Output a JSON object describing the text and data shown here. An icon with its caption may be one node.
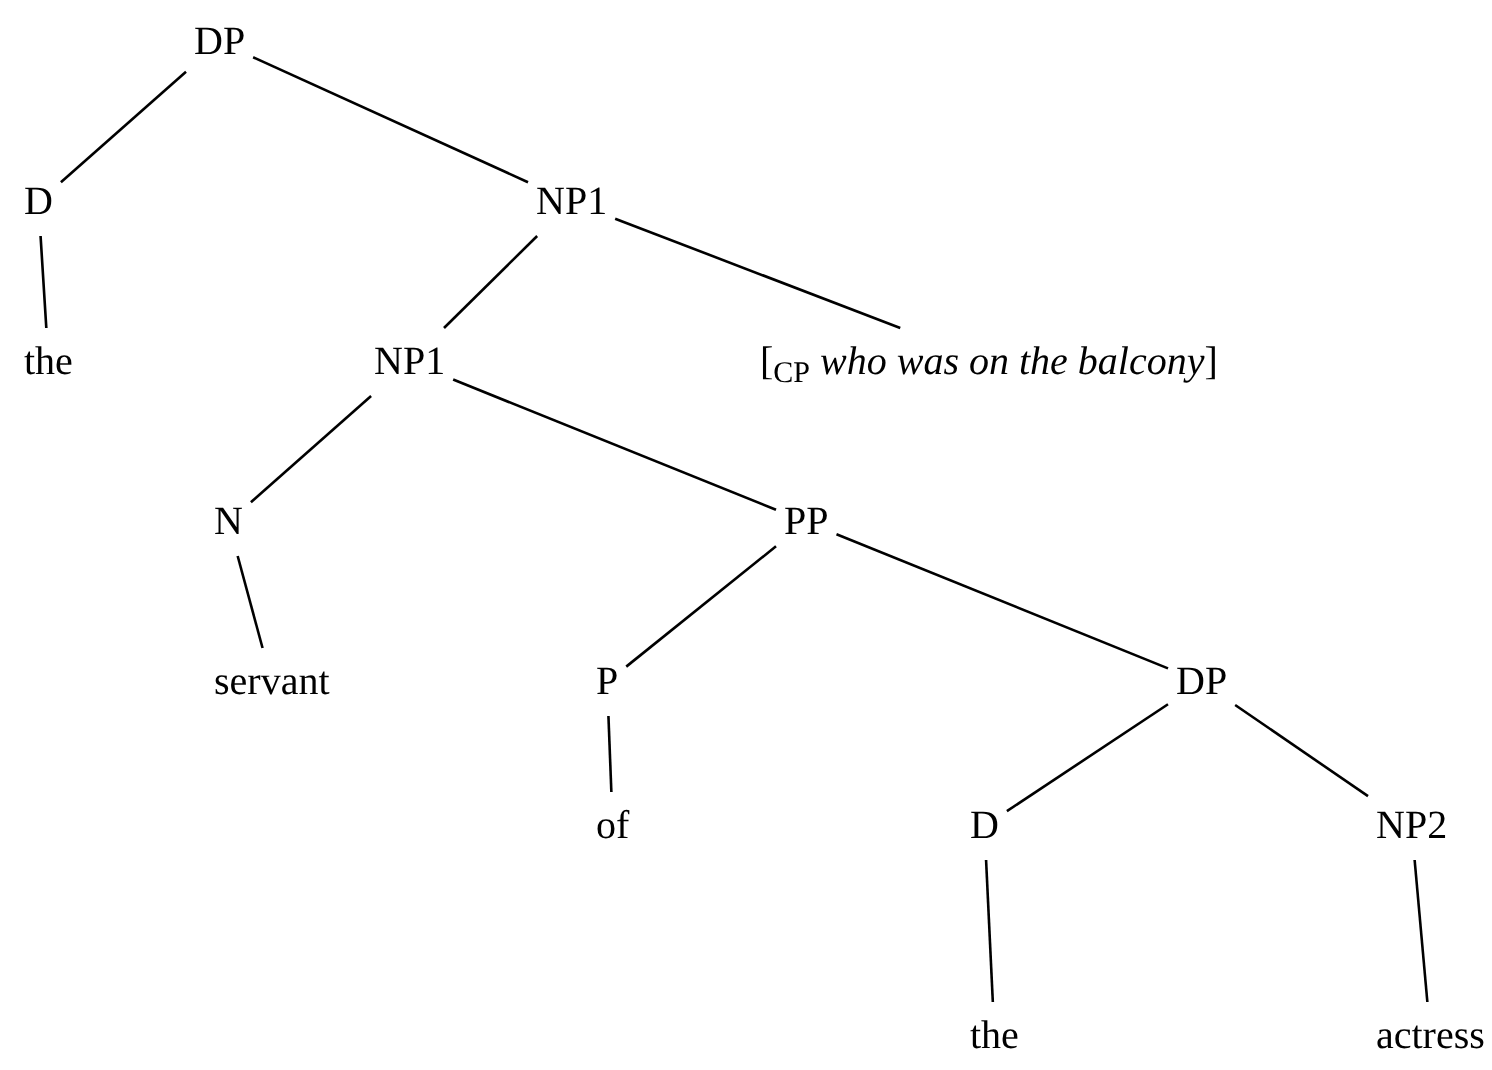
{
  "diagram": {
    "nodes": [
      {
        "text": [
          "DP"
        ]
      },
      {
        "text": [
          "D"
        ]
      },
      {
        "text": [
          "NP1"
        ]
      },
      {
        "text": [
          "the"
        ]
      },
      {
        "text": [
          "NP1"
        ]
      },
      {
        "text": [
          "[$_{CP}$ *who was on the balcony*]"
        ]
      },
      {
        "text": [
          "N"
        ]
      },
      {
        "text": [
          "PP"
        ]
      },
      {
        "text": [
          "servant"
        ]
      },
      {
        "text": [
          "P"
        ]
      },
      {
        "text": [
          "DP"
        ]
      },
      {
        "text": [
          "of"
        ]
      },
      {
        "text": [
          "D"
        ]
      },
      {
        "text": [
          "NP2"
        ]
      },
      {
        "text": [
          "the"
        ]
      },
      {
        "text": [
          "actress"
        ]
      }
    ],
    "edges": [
      {
        "from": 0,
        "to": 1,
        "arrow": "none"
      },
      {
        "from": 0,
        "to": 2,
        "arrow": "none"
      },
      {
        "from": 1,
        "to": 3,
        "arrow": "none"
      },
      {
        "from": 2,
        "to": 4,
        "arrow": "none"
      },
      {
        "from": 2,
        "to": 5,
        "arrow": "none"
      },
      {
        "from": 4,
        "to": 6,
        "arrow": "none"
      },
      {
        "from": 4,
        "to": 7,
        "arrow": "none"
      },
      {
        "from": 6,
        "to": 8,
        "arrow": "none"
      },
      {
        "from": 7,
        "to": 9,
        "arrow": "none"
      },
      {
        "from": 7,
        "to": 10,
        "arrow": "none"
      },
      {
        "from": 9,
        "to": 11,
        "arrow": "none"
      },
      {
        "from": 10,
        "to": 12,
        "arrow": "none"
      },
      {
        "from": 10,
        "to": 13,
        "arrow": "none"
      },
      {
        "from": 12,
        "to": 14,
        "arrow": "none"
      },
      {
        "from": 13,
        "to": 15,
        "arrow": "none"
      }
    ]
  }
}
